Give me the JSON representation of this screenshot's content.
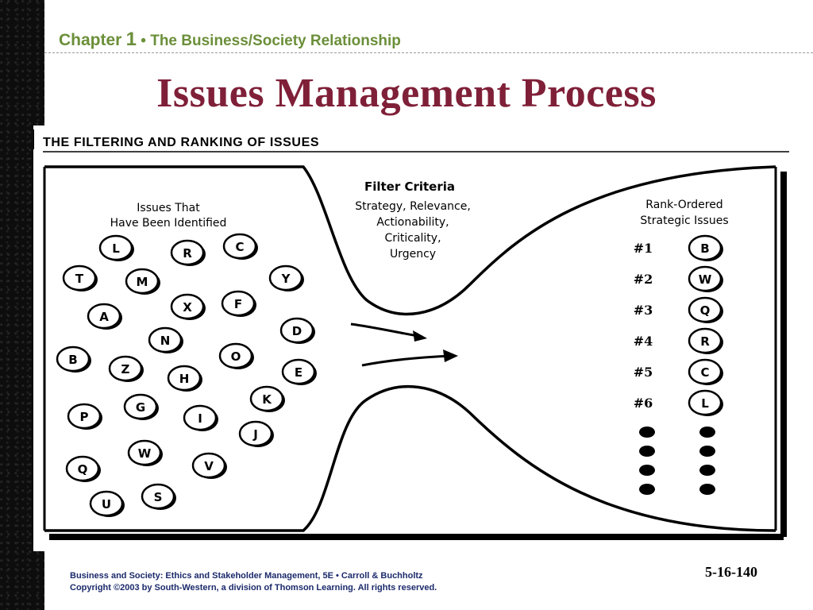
{
  "header": {
    "chapter_label": "Chapter",
    "chapter_number": "1",
    "separator": "•",
    "subtitle": "The Business/Society Relationship"
  },
  "slide_title": "Issues Management Process",
  "figure": {
    "title": "THE FILTERING AND RANKING OF ISSUES",
    "left_heading_line1": "Issues That",
    "left_heading_line2": "Have Been Identified",
    "filter_heading": "Filter Criteria",
    "filter_lines": [
      "Strategy, Relevance,",
      "Actionability,",
      "Criticality,",
      "Urgency"
    ],
    "right_heading_line1": "Rank-Ordered",
    "right_heading_line2": "Strategic Issues",
    "identified_issues": [
      "L",
      "R",
      "C",
      "T",
      "M",
      "Y",
      "X",
      "F",
      "A",
      "N",
      "D",
      "B",
      "O",
      "Z",
      "H",
      "E",
      "K",
      "P",
      "G",
      "I",
      "J",
      "W",
      "V",
      "Q",
      "S",
      "U"
    ],
    "ranked_issues": [
      {
        "rank": "#1",
        "issue": "B"
      },
      {
        "rank": "#2",
        "issue": "W"
      },
      {
        "rank": "#3",
        "issue": "Q"
      },
      {
        "rank": "#4",
        "issue": "R"
      },
      {
        "rank": "#5",
        "issue": "C"
      },
      {
        "rank": "#6",
        "issue": "L"
      }
    ],
    "ellipsis_dot_count": 4
  },
  "footer": {
    "line1": "Business and Society: Ethics and Stakeholder Management, 5E • Carroll & Buchholtz",
    "line2": "Copyright ©2003 by South-Western, a division of Thomson Learning.  All rights reserved."
  },
  "slide_number": "5-1​6-140"
}
